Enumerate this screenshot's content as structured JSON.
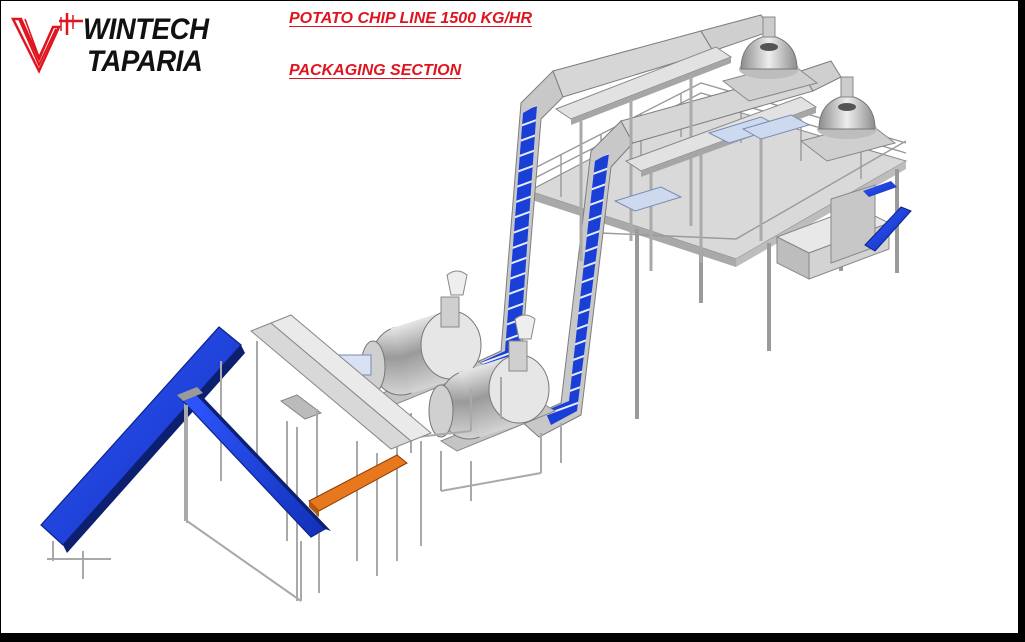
{
  "logo": {
    "line1": "WINTECH",
    "line2": "TAPARIA"
  },
  "titles": {
    "line": "POTATO CHIP LINE 1500 KG/HR",
    "section": "PACKAGING SECTION"
  },
  "colors": {
    "title_red": "#e0141e",
    "logo_red": "#e0141e",
    "belt_blue": "#1a3fd6",
    "belt_orange": "#e8781e",
    "steel": "#b9b9b9",
    "steel_dark": "#7d7d7d"
  }
}
